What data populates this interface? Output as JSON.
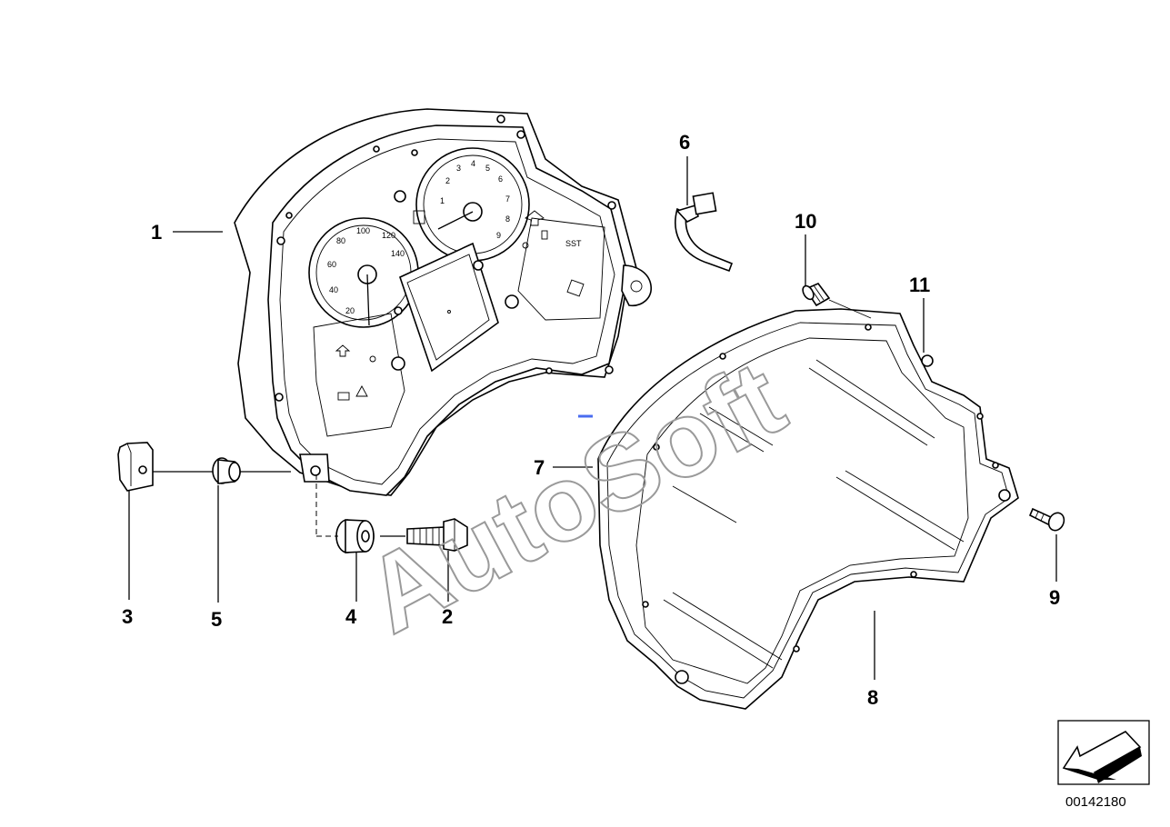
{
  "diagram": {
    "watermark": "AutoSoft",
    "reference_number": "00142180",
    "callouts": [
      {
        "id": "1",
        "label": "1"
      },
      {
        "id": "2",
        "label": "2"
      },
      {
        "id": "3",
        "label": "3"
      },
      {
        "id": "4",
        "label": "4"
      },
      {
        "id": "5",
        "label": "5"
      },
      {
        "id": "6",
        "label": "6"
      },
      {
        "id": "7",
        "label": "7"
      },
      {
        "id": "8",
        "label": "8"
      },
      {
        "id": "9",
        "label": "9"
      },
      {
        "id": "10",
        "label": "10"
      },
      {
        "id": "11",
        "label": "11"
      }
    ],
    "speedometer_ticks": [
      "20",
      "40",
      "60",
      "80",
      "100",
      "120",
      "140"
    ],
    "tachometer_ticks": [
      "1",
      "2",
      "3",
      "4",
      "5",
      "6",
      "7",
      "8",
      "9"
    ],
    "dash_labels": [
      "SST"
    ],
    "colors": {
      "line": "#000000",
      "watermark": "#9a9a9a",
      "background": "#ffffff"
    }
  }
}
